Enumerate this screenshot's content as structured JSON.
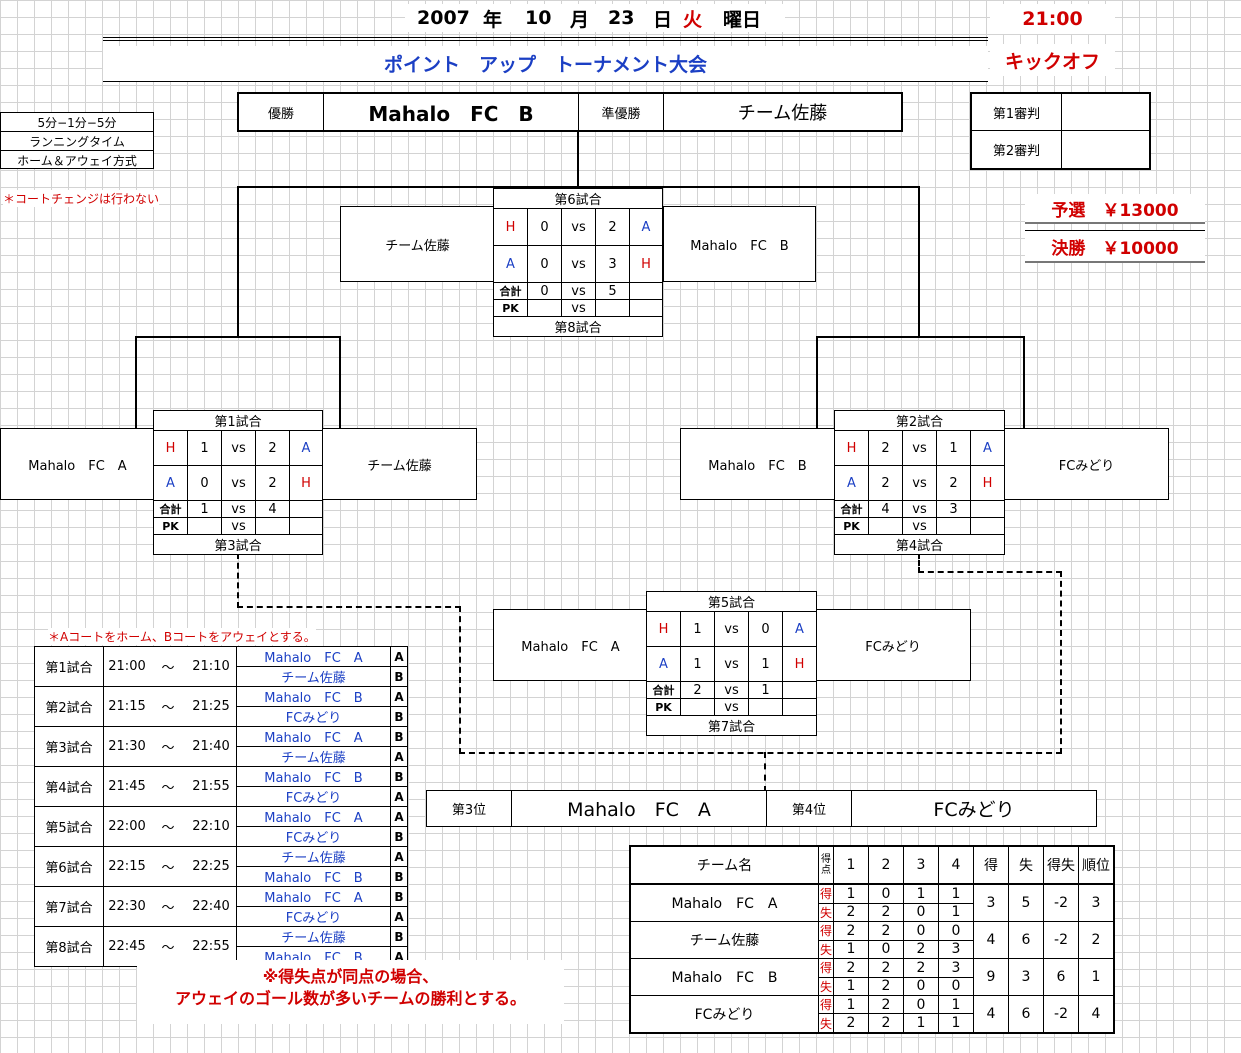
{
  "header": {
    "year": "2007",
    "year_unit": "年",
    "month": "10",
    "month_unit": "月",
    "day": "23",
    "day_unit": "日",
    "weekday": "火",
    "weekday_unit": "曜日",
    "time": "21:00",
    "title": "ポイント　アップ　トーナメント大会",
    "kickoff": "キックオフ"
  },
  "results": {
    "winner_label": "優勝",
    "winner": "Mahalo　FC　B",
    "runnerup_label": "準優勝",
    "runnerup": "チーム佐藤",
    "third_label": "第3位",
    "third": "Mahalo　FC　A",
    "fourth_label": "第4位",
    "fourth": "FCみどり"
  },
  "referees": {
    "first": "第1審判",
    "second": "第2審判"
  },
  "rules": {
    "line1": "5分−1分−5分",
    "line2": "ランニングタイム",
    "line3": "ホーム＆アウェイ方式",
    "court_note": "＊コートチェンジは行わない",
    "court_assign": "＊Aコートをホーム、Bコートをアウェイとする。"
  },
  "fees": {
    "prelim": "予選　￥13000",
    "final": "決勝　￥10000"
  },
  "labels": {
    "total": "合計",
    "pk": "PK",
    "vs": "vs",
    "home": "H",
    "away": "A"
  },
  "matches": {
    "m6": {
      "top": "第6試合",
      "bottom": "第8試合",
      "left_team": "チーム佐藤",
      "right_team": "Mahalo　FC　B",
      "r1": {
        "l": "H",
        "a": "0",
        "b": "2",
        "r": "A"
      },
      "r2": {
        "l": "A",
        "a": "0",
        "b": "3",
        "r": "H"
      },
      "total": {
        "a": "0",
        "b": "5"
      },
      "pk": {
        "a": "",
        "b": ""
      }
    },
    "m1": {
      "top": "第1試合",
      "bottom": "第3試合",
      "left_team": "Mahalo　FC　A",
      "right_team": "チーム佐藤",
      "r1": {
        "l": "H",
        "a": "1",
        "b": "2",
        "r": "A"
      },
      "r2": {
        "l": "A",
        "a": "0",
        "b": "2",
        "r": "H"
      },
      "total": {
        "a": "1",
        "b": "4"
      },
      "pk": {
        "a": "",
        "b": ""
      }
    },
    "m2": {
      "top": "第2試合",
      "bottom": "第4試合",
      "left_team": "Mahalo　FC　B",
      "right_team": "FCみどり",
      "r1": {
        "l": "H",
        "a": "2",
        "b": "1",
        "r": "A"
      },
      "r2": {
        "l": "A",
        "a": "2",
        "b": "2",
        "r": "H"
      },
      "total": {
        "a": "4",
        "b": "3"
      },
      "pk": {
        "a": "",
        "b": ""
      }
    },
    "m5": {
      "top": "第5試合",
      "bottom": "第7試合",
      "left_team": "Mahalo　FC　A",
      "right_team": "FCみどり",
      "r1": {
        "l": "H",
        "a": "1",
        "b": "0",
        "r": "A"
      },
      "r2": {
        "l": "A",
        "a": "1",
        "b": "1",
        "r": "H"
      },
      "total": {
        "a": "2",
        "b": "1"
      },
      "pk": {
        "a": "",
        "b": ""
      }
    }
  },
  "schedule": {
    "tilde": "〜",
    "rows": [
      {
        "game": "第1試合",
        "start": "21:00",
        "end": "21:10",
        "team1": "Mahalo　FC　A",
        "court1": "A",
        "team2": "チーム佐藤",
        "court2": "B"
      },
      {
        "game": "第2試合",
        "start": "21:15",
        "end": "21:25",
        "team1": "Mahalo　FC　B",
        "court1": "A",
        "team2": "FCみどり",
        "court2": "B"
      },
      {
        "game": "第3試合",
        "start": "21:30",
        "end": "21:40",
        "team1": "Mahalo　FC　A",
        "court1": "B",
        "team2": "チーム佐藤",
        "court2": "A"
      },
      {
        "game": "第4試合",
        "start": "21:45",
        "end": "21:55",
        "team1": "Mahalo　FC　B",
        "court1": "B",
        "team2": "FCみどり",
        "court2": "A"
      },
      {
        "game": "第5試合",
        "start": "22:00",
        "end": "22:10",
        "team1": "Mahalo　FC　A",
        "court1": "A",
        "team2": "FCみどり",
        "court2": "B"
      },
      {
        "game": "第6試合",
        "start": "22:15",
        "end": "22:25",
        "team1": "チーム佐藤",
        "court1": "A",
        "team2": "Mahalo　FC　B",
        "court2": "B"
      },
      {
        "game": "第7試合",
        "start": "22:30",
        "end": "22:40",
        "team1": "Mahalo　FC　A",
        "court1": "B",
        "team2": "FCみどり",
        "court2": "A"
      },
      {
        "game": "第8試合",
        "start": "22:45",
        "end": "22:55",
        "team1": "チーム佐藤",
        "court1": "B",
        "team2": "Mahalo　FC　B",
        "court2": "A"
      }
    ]
  },
  "note": {
    "line1": "※得失点が同点の場合、",
    "line2": "アウェイのゴール数が多いチームの勝利とする。"
  },
  "standings": {
    "headers": {
      "team": "チーム名",
      "gl": "得点",
      "c1": "1",
      "c2": "2",
      "c3": "3",
      "c4": "4",
      "gf": "得",
      "ga": "失",
      "gd": "得失",
      "rank": "順位"
    },
    "for_label": "得",
    "against_label": "失",
    "rows": [
      {
        "team": "Mahalo　FC　A",
        "f": [
          "1",
          "0",
          "1",
          "1"
        ],
        "a": [
          "2",
          "2",
          "0",
          "1"
        ],
        "gf": "3",
        "ga": "5",
        "gd": "-2",
        "rank": "3"
      },
      {
        "team": "チーム佐藤",
        "f": [
          "2",
          "2",
          "0",
          "0"
        ],
        "a": [
          "1",
          "0",
          "2",
          "3"
        ],
        "gf": "4",
        "ga": "6",
        "gd": "-2",
        "rank": "2"
      },
      {
        "team": "Mahalo　FC　B",
        "f": [
          "2",
          "2",
          "2",
          "3"
        ],
        "a": [
          "1",
          "2",
          "0",
          "0"
        ],
        "gf": "9",
        "ga": "3",
        "gd": "6",
        "rank": "1"
      },
      {
        "team": "FCみどり",
        "f": [
          "1",
          "2",
          "0",
          "1"
        ],
        "a": [
          "2",
          "2",
          "1",
          "1"
        ],
        "gf": "4",
        "ga": "6",
        "gd": "-2",
        "rank": "4"
      }
    ]
  }
}
